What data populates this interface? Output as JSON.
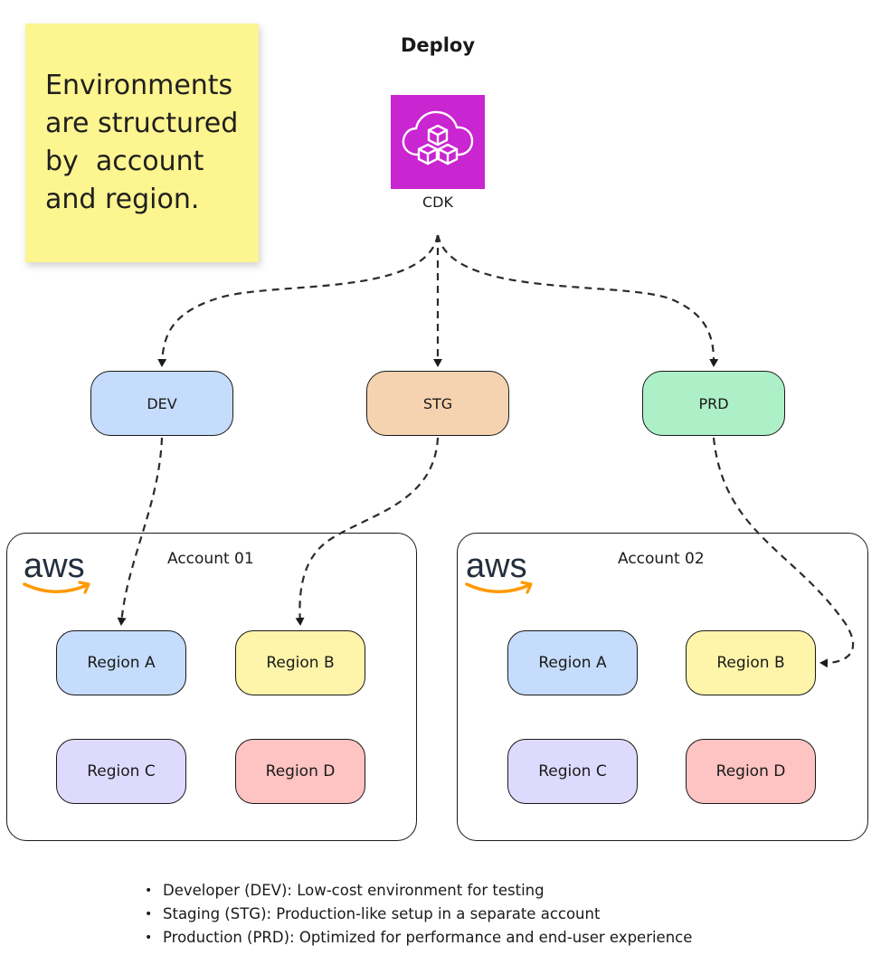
{
  "sticky_note": {
    "lines": [
      "Environments",
      "are structured",
      "by  account",
      "and region."
    ]
  },
  "title": "Deploy",
  "cdk": {
    "label": "CDK",
    "icon": "cloud-blocks-icon",
    "color": "#c925d1"
  },
  "environments": [
    {
      "label": "DEV",
      "color": "#c5dcfc"
    },
    {
      "label": "STG",
      "color": "#f6d3b0"
    },
    {
      "label": "PRD",
      "color": "#adf0c7"
    }
  ],
  "accounts": [
    {
      "label": "Account 01",
      "logo_text": "aws",
      "regions": [
        {
          "label": "Region A",
          "color": "#c5dcfc"
        },
        {
          "label": "Region B",
          "color": "#fef5aa"
        },
        {
          "label": "Region C",
          "color": "#dedafe"
        },
        {
          "label": "Region D",
          "color": "#fec3c3"
        }
      ]
    },
    {
      "label": "Account 02",
      "logo_text": "aws",
      "regions": [
        {
          "label": "Region A",
          "color": "#c5dcfc"
        },
        {
          "label": "Region B",
          "color": "#fef5aa"
        },
        {
          "label": "Region C",
          "color": "#dedafe"
        },
        {
          "label": "Region D",
          "color": "#fec3c3"
        }
      ]
    }
  ],
  "notes": [
    "Developer (DEV): Low-cost environment for testing",
    "Staging (STG): Production-like setup in a separate account",
    "Production (PRD): Optimized for performance and end-user experience"
  ],
  "connections": [
    {
      "from": "CDK",
      "to": "DEV"
    },
    {
      "from": "CDK",
      "to": "STG"
    },
    {
      "from": "CDK",
      "to": "PRD"
    },
    {
      "from": "DEV",
      "to": "Account 01 / Region A"
    },
    {
      "from": "STG",
      "to": "Account 01 / Region B"
    },
    {
      "from": "PRD",
      "to": "Account 02 / Region B"
    }
  ]
}
